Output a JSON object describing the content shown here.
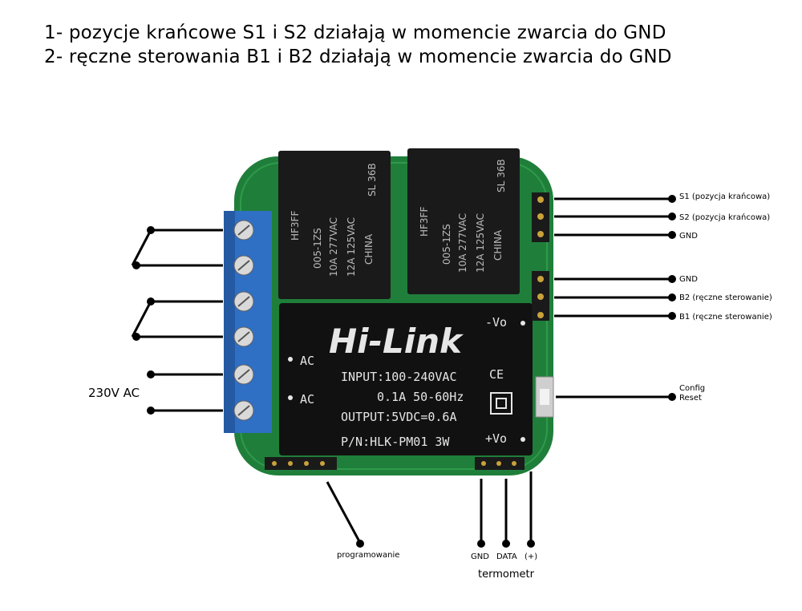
{
  "header": {
    "line1": "1- pozycje krańcowe S1 i S2 działają w momencie zwarcia do GND",
    "line2": "2- ręczne sterowania B1 i B2 działają w momencie zwarcia do GND"
  },
  "pins_right": {
    "s1": "S1 (pozycja krańcowa)",
    "s2": "S2 (pozycja krańcowa)",
    "gnd1": "GND",
    "gnd2": "GND",
    "b2": "B2 (ręczne sterowanie)",
    "b1": "B1 (ręczne sterowanie)",
    "config1": "Config",
    "config2": "Reset"
  },
  "pins_bottom": {
    "gnd": "GND",
    "data": "DATA",
    "plus": "(+)",
    "termometr": "termometr",
    "programowanie": "programowanie"
  },
  "left": {
    "ac_label": "230V AC"
  },
  "relay": {
    "brand": "HF3FF",
    "model": "005-1ZS",
    "spec1": "10A 277VAC",
    "spec2": "12A 125VAC",
    "origin": "CHINA",
    "cert": "SL 36B"
  },
  "psu": {
    "brand": "Hi-Link",
    "input": "INPUT:100-240VAC",
    "current": "0.1A 50-60Hz",
    "output": "OUTPUT:5VDC=0.6A",
    "pn": "P/N:HLK-PM01 3W",
    "vo_minus": "-Vo",
    "vo_plus": "+Vo",
    "ac": "AC",
    "ce": "CE"
  },
  "colors": {
    "pcb": "#1f7f3a",
    "terminal": "#2f6fc4",
    "relay": "#1a1a1a",
    "psu": "#111111"
  }
}
